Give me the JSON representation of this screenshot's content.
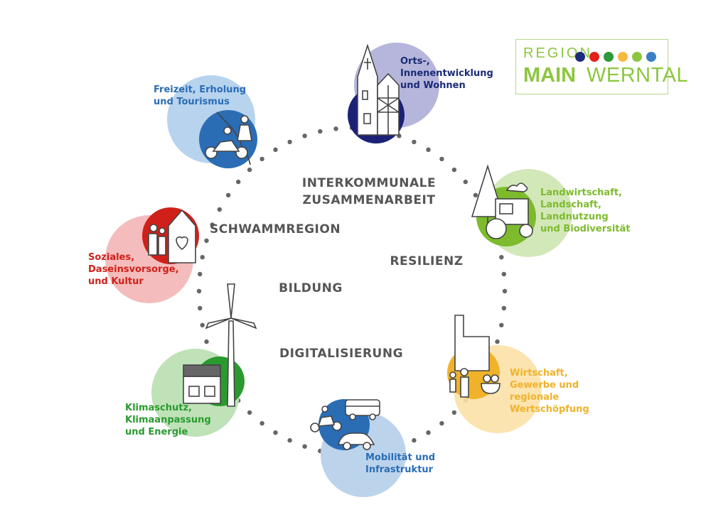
{
  "logo": {
    "region_text": "REGION",
    "main_text": "MAIN",
    "werntal_text": "WERNTAL",
    "dot_colors": [
      "#1c2c7a",
      "#e2231a",
      "#2d9a3a",
      "#f5b942",
      "#8cc63f",
      "#3a7fc4"
    ]
  },
  "center_terms": {
    "interkommunale": "INTERKOMMUNALE\nZUSAMMENARBEIT",
    "schwammregion": "SCHWAMMREGION",
    "resilienz": "RESILIENZ",
    "bildung": "BILDUNG",
    "digitalisierung": "DIGITALISIERUNG"
  },
  "topics": {
    "ortsentwicklung": {
      "label": "Orts-,\nInnenentwicklung\nund Wohnen",
      "color": "#1b2b76"
    },
    "freizeit": {
      "label": "Freizeit, Erholung\nund Tourismus",
      "color": "#2a6db5"
    },
    "landwirtschaft": {
      "label": "Landwirtschaft,\nLandschaft,\nLandnutzung\nund Biodiversität",
      "color": "#7dbb2c"
    },
    "soziales": {
      "label": "Soziales,\nDaseinsvorsorge,\nund Kultur",
      "color": "#d0201a"
    },
    "wirtschaft": {
      "label": "Wirtschaft,\nGewerbe und\nregionale\nWertschöpfung",
      "color": "#f0b22a"
    },
    "klimaschutz": {
      "label": "Klimaschutz,\nKlimaanpassung\nund Energie",
      "color": "#2a9a2f"
    },
    "mobilitaet": {
      "label": "Mobilität und\nInfrastruktur",
      "color": "#2a6db5"
    }
  },
  "colors": {
    "dots": "#666666",
    "center_text": "#555555",
    "line_art": "#444444"
  }
}
